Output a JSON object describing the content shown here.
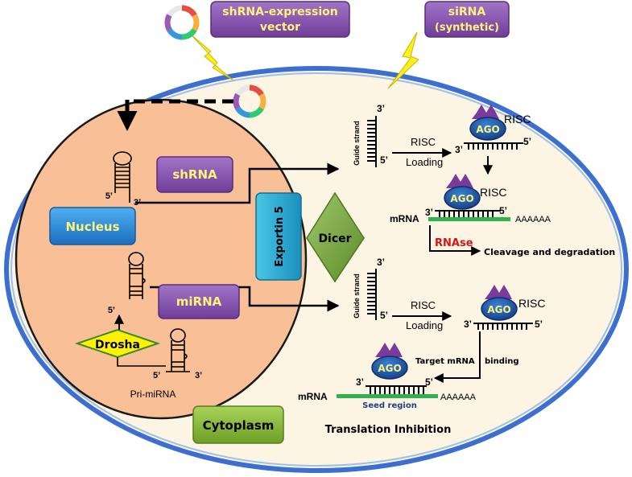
{
  "cell": {
    "cytoplasm_label": "Cytoplasm",
    "nucleus_label": "Nucleus"
  },
  "sources": {
    "shrna_vector": "shRNA-expression",
    "shrna_vector_line2": "vector",
    "sirna": "siRNA",
    "sirna_line2": "(synthetic)"
  },
  "nucleus": {
    "shrna": "shRNA",
    "mirna": "miRNA",
    "drosha": "Drosha",
    "pri_mirna": "Pri-miRNA",
    "end_5": "5’",
    "end_3": "3’"
  },
  "transport": {
    "exportin": "Exportin 5",
    "dicer": "Dicer"
  },
  "sirna_path": {
    "guide_strand": "Guide strand",
    "end_3": "3’",
    "end_5": "5’",
    "risc_loading_1": "RISC",
    "risc_loading_2": "Loading",
    "risc": "RISC",
    "ago": "AGO",
    "mrna": "mRNA",
    "polya": "AAAAAA",
    "rnase": "RNAse",
    "outcome": "Cleavage and degradation"
  },
  "mirna_path": {
    "guide_strand": "Guide strand",
    "end_3": "3’",
    "end_5": "5’",
    "risc_loading_1": "RISC",
    "risc_loading_2": "Loading",
    "risc": "RISC",
    "ago": "AGO",
    "binding_1": "Target mRNA",
    "binding_2": "binding",
    "mrna": "mRNA",
    "polya": "AAAAAA",
    "seed": "Seed region",
    "outcome": "Translation Inhibition"
  },
  "colors": {
    "cytoplasm_fill": "#fcf5e3",
    "cytoplasm_border": "#3d6fd0",
    "nucleus_fill": "#f9bf97",
    "purple_box": "#8e5ab5",
    "blue_box": "#2e8fd8",
    "green_box": "#8fbe3c",
    "ago_fill": "#1e5eb0",
    "risc_purple": "#7a3a9c",
    "mrna_green": "#2db34d",
    "rnase_red": "#d01818",
    "lightning": "#ffef1a"
  }
}
